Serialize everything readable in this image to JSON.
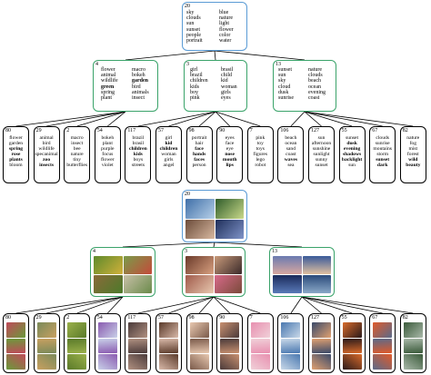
{
  "word_tree": {
    "root": {
      "number": "20",
      "col1": [
        "sky",
        "clouds",
        "sun",
        "sunset",
        "people",
        "portrait"
      ],
      "col2": [
        "blue",
        "nature",
        "light",
        "flower",
        "color",
        "water"
      ]
    },
    "mid": [
      {
        "number": "4",
        "col1": [
          "flower",
          "animal",
          "wildlife",
          "green",
          "spring",
          "plant"
        ],
        "col2": [
          "macro",
          "bokeh",
          "garden",
          "bird",
          "animals",
          "insect"
        ]
      },
      {
        "number": "3",
        "col1": [
          "girl",
          "brazil",
          "children",
          "kids",
          "boy",
          "pink"
        ],
        "col2": [
          "brasil",
          "child",
          "kid",
          "woman",
          "girls",
          "eyes"
        ]
      },
      {
        "number": "13",
        "col1": [
          "sunset",
          "sun",
          "sky",
          "cloud",
          "dusk",
          "sunrise"
        ],
        "col2": [
          "nature",
          "clouds",
          "beach",
          "ocean",
          "evening",
          "coast"
        ]
      }
    ],
    "leaves": [
      {
        "number": "80",
        "words": [
          "flower",
          "garden",
          "spring",
          "rose",
          "plants",
          "bloom"
        ]
      },
      {
        "number": "29",
        "words": [
          "animal",
          "bird",
          "wildlife",
          "specanimal",
          "zoo",
          "insects"
        ]
      },
      {
        "number": "2",
        "words": [
          "macro",
          "insect",
          "bee",
          "nature",
          "tiny",
          "butterflies"
        ]
      },
      {
        "number": "54",
        "words": [
          "bokeh",
          "plant",
          "purple",
          "focus",
          "flower",
          "violet"
        ]
      },
      {
        "number": "117",
        "words": [
          "brazil",
          "brasil",
          "children",
          "kids",
          "boys",
          "streets"
        ]
      },
      {
        "number": "57",
        "words": [
          "girl",
          "kid",
          "children",
          "woman",
          "girls",
          "angel"
        ]
      },
      {
        "number": "98",
        "words": [
          "portrait",
          "hair",
          "face",
          "hands",
          "faces",
          "person"
        ]
      },
      {
        "number": "90",
        "words": [
          "eyes",
          "face",
          "eye",
          "nose",
          "mouth",
          "lips"
        ]
      },
      {
        "number": "7",
        "words": [
          "pink",
          "toy",
          "toys",
          "figures",
          "lego",
          "robot"
        ]
      },
      {
        "number": "106",
        "words": [
          "beach",
          "ocean",
          "sand",
          "coast",
          "waves",
          "sea"
        ]
      },
      {
        "number": "127",
        "words": [
          "sun",
          "afternoon",
          "sunshine",
          "sunlight",
          "sunny",
          "sunset"
        ]
      },
      {
        "number": "55",
        "words": [
          "sunset",
          "dusk",
          "evening",
          "shadows",
          "backlight",
          "sun"
        ]
      },
      {
        "number": "67",
        "words": [
          "clouds",
          "sunrise",
          "moutains",
          "storm",
          "sunset",
          "dark"
        ]
      },
      {
        "number": "82",
        "words": [
          "nature",
          "fog",
          "mist",
          "forest",
          "wild",
          "beauty"
        ]
      }
    ]
  },
  "image_tree": {
    "root": {
      "number": "20"
    },
    "mid": [
      {
        "number": "4"
      },
      {
        "number": "3"
      },
      {
        "number": "13"
      }
    ],
    "leaves": [
      {
        "number": "80"
      },
      {
        "number": "29"
      },
      {
        "number": "2"
      },
      {
        "number": "54"
      },
      {
        "number": "117"
      },
      {
        "number": "57"
      },
      {
        "number": "98"
      },
      {
        "number": "90"
      },
      {
        "number": "7"
      },
      {
        "number": "106"
      },
      {
        "number": "127"
      },
      {
        "number": "55"
      },
      {
        "number": "67"
      },
      {
        "number": "82"
      }
    ]
  },
  "colors": {
    "root_border": "#5a9bd5",
    "mid_border": "#3aa36a",
    "leaf_border": "#000000"
  }
}
